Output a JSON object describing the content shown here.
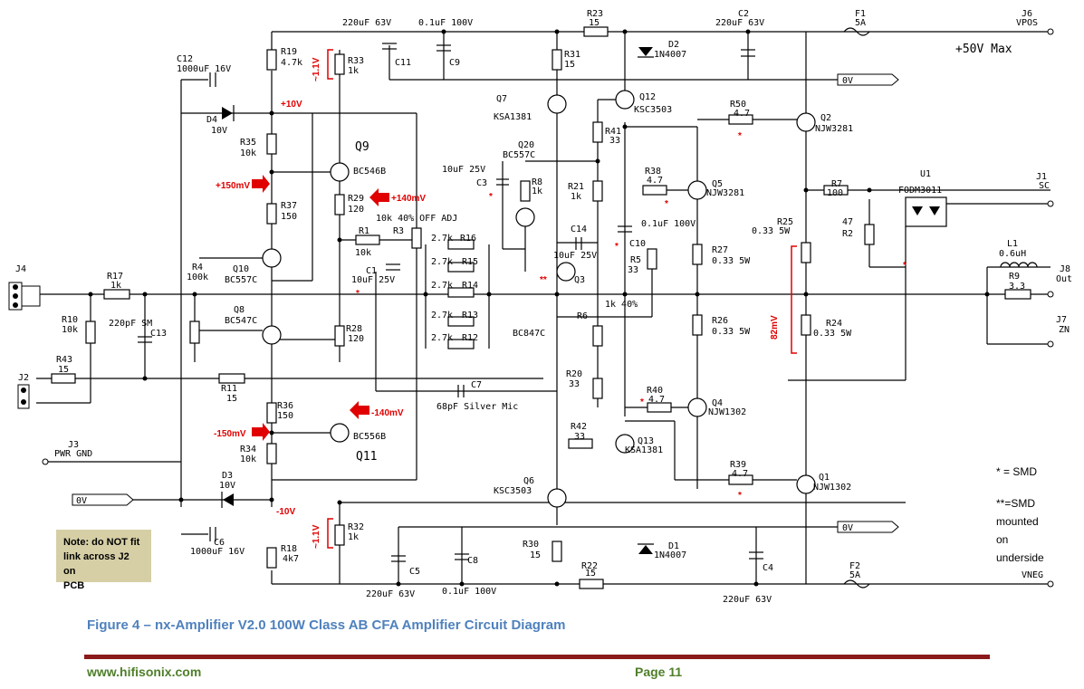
{
  "labels": {
    "c11_val": "220uF 63V",
    "c9_val": "0.1uF 100V",
    "r23": "R23",
    "r23_val": "15",
    "c2": "C2",
    "c2_val": "220uF 63V",
    "f1": "F1",
    "f1_val": "5A",
    "j6": "J6",
    "j6_val": "VPOS",
    "max": "+50V Max",
    "r19": "R19",
    "r19_val": "4.7k",
    "c12": "C12",
    "c12_val": "1000uF 16V",
    "v11a": "~1.1V",
    "r33": "R33",
    "r33_val": "1k",
    "c11": "C11",
    "c9": "C9",
    "r31": "R31",
    "r31_val": "15",
    "d2": "D2",
    "d2_val": "1N4007",
    "zero_top": "0V",
    "q7": "Q7",
    "q7_val": "KSA1381",
    "q12": "Q12",
    "q12_val": "KSC3503",
    "r50": "R50",
    "r50_val": "4.7",
    "q2": "Q2",
    "q2_val": "NJW3281",
    "d4": "D4",
    "d4_val": "10V",
    "p10v": "+10V",
    "r35": "R35",
    "r35_val": "10k",
    "q9": "Q9",
    "q9_val": "BC546B",
    "r41": "R41",
    "r41_val": "33",
    "q20": "Q20",
    "q20_val": "BC557C",
    "c3": "C3",
    "c3_val": "10uF 25V",
    "r8": "R8",
    "r8_val": "1k",
    "r21": "R21",
    "r21_val": "1k",
    "r38": "R38",
    "r38_val": "4.7",
    "q5": "Q5",
    "q5_val": "NJW3281",
    "r7": "R7",
    "r7_val": "100",
    "u1": "U1",
    "u1_val": "FODM3011",
    "j1": "J1",
    "j1_val": "SC",
    "p150": "+150mV",
    "r37": "R37",
    "r37_val": "150",
    "r29": "R29",
    "r29_val": "120",
    "p140": "+140mV",
    "offadj": "10k 40% OFF ADJ",
    "c14": "C14",
    "c14_val": "10uF 25V",
    "c10": "C10",
    "c10_val": "0.1uF 100V",
    "r25": "R25",
    "r25_val": "0.33 5W",
    "r2": "R2",
    "r2_val": "47",
    "r1": "R1",
    "r1_val": "10k",
    "r3": "R3",
    "r16": "R16",
    "r16_val": "2.7k",
    "r15": "R15",
    "r15_val": "2.7k",
    "r14": "R14",
    "r14_val": "2.7k",
    "r13": "R13",
    "r13_val": "2.7k",
    "r12": "R12",
    "r12_val": "2.7k",
    "r5": "R5",
    "r5_val": "33",
    "r27": "R27",
    "r27_val": "0.33 5W",
    "l1": "L1",
    "l1_val": "0.6uH",
    "j8": "J8",
    "j8_val": "Out",
    "r9": "R9",
    "r9_val": "3.3",
    "j4": "J4",
    "r17": "R17",
    "r17_val": "1k",
    "r4": "R4",
    "r4_val": "100k",
    "q10": "Q10",
    "q10_val": "BC557C",
    "c1": "C1",
    "c1_val": "10uF 25V",
    "q3": "Q3",
    "r6_val": "1k 40%",
    "r10": "R10",
    "r10_val": "10k",
    "c13_val": "220pF SM",
    "c13": "C13",
    "q8": "Q8",
    "q8_val": "BC547C",
    "r28": "R28",
    "r28_val": "120",
    "q3_val": "BC847C",
    "r6": "R6",
    "r26": "R26",
    "r26_val": "0.33 5W",
    "mv82": "82mV",
    "r24": "R24",
    "r24_val": "0.33 5W",
    "j7": "J7",
    "j7_val": "ZN",
    "r43": "R43",
    "r43_val": "15",
    "r11": "R11",
    "r11_val": "15",
    "j2": "J2",
    "r20": "R20",
    "r20_val": "33",
    "c7": "C7",
    "c7_val": "68pF Silver Mic",
    "r40": "R40",
    "r40_val": "4.7",
    "q4": "Q4",
    "q4_val": "NJW1302",
    "r36": "R36",
    "r36_val": "150",
    "m140": "-140mV",
    "m150": "-150mV",
    "r34": "R34",
    "r34_val": "10k",
    "q13": "Q13",
    "q13_val": "KSA1381",
    "r42": "R42",
    "r42_val": "33",
    "q11_b": "BC556B",
    "j3": "J3",
    "j3_val": "PWR GND",
    "q11": "Q11",
    "r39": "R39",
    "r39_val": "4.7",
    "q1": "Q1",
    "q1_val": "NJW1302",
    "smd1": "* = SMD",
    "d3": "D3",
    "d3_val": "10V",
    "q6": "Q6",
    "q6_val": "KSC3503",
    "zero_left": "0V",
    "m10v": "-10V",
    "smd2": "**=SMD",
    "smd3": "mounted",
    "smd4": "on",
    "smd5": "underside",
    "c6": "C6",
    "c6_val": "1000uF 16V",
    "zero_bot": "0V",
    "v11b": "~1.1V",
    "r32": "R32",
    "r32_val": "1k",
    "r30": "R30",
    "r30_val": "15",
    "d1": "D1",
    "d1_val": "1N4007",
    "r18": "R18",
    "r18_val": "4k7",
    "c5": "C5",
    "c8": "C8",
    "r22": "R22",
    "r22_val": "15",
    "c4": "C4",
    "f2": "F2",
    "f2_val": "5A",
    "vneg": "VNEG",
    "c5_val": "220uF 63V",
    "c8_val": "0.1uF 100V",
    "c4_val": "220uF 63V",
    "star": "*",
    "dstar": "**"
  },
  "note": {
    "line1": "Note: do NOT fit",
    "line2": "link across J2 on",
    "line3": "PCB"
  },
  "caption": "Figure 4 – nx-Amplifier V2.0  100W Class AB CFA Amplifier Circuit Diagram",
  "footer": {
    "website": "www.hifisonix.com",
    "page": "Page 11"
  },
  "colors": {
    "caption": "#4f81bd",
    "footer": "#4f7f2a",
    "rule": "#8b1a1a",
    "annotation": "#e00000",
    "note_bg": "#d6cfa6"
  }
}
